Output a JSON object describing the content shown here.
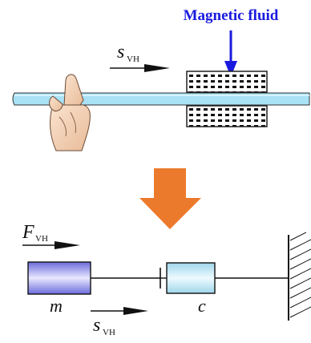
{
  "title_label": "Magnetic fluid",
  "labels": {
    "top_velocity_main": "s",
    "top_velocity_sub": "VH",
    "force_main": "F",
    "force_sub": "VH",
    "mass": "m",
    "damper": "c",
    "bottom_velocity_main": "s",
    "bottom_velocity_sub": "VH"
  },
  "colors": {
    "label_blue": "#1a1adf",
    "rod": "#a9e1f5",
    "mass_block": "#9a9af0",
    "damper_fill": "#c8ecf6",
    "transition_arrow": "#ec7a2d"
  },
  "icons": {
    "hand": "hand-icon",
    "transition": "arrow-down-icon"
  }
}
